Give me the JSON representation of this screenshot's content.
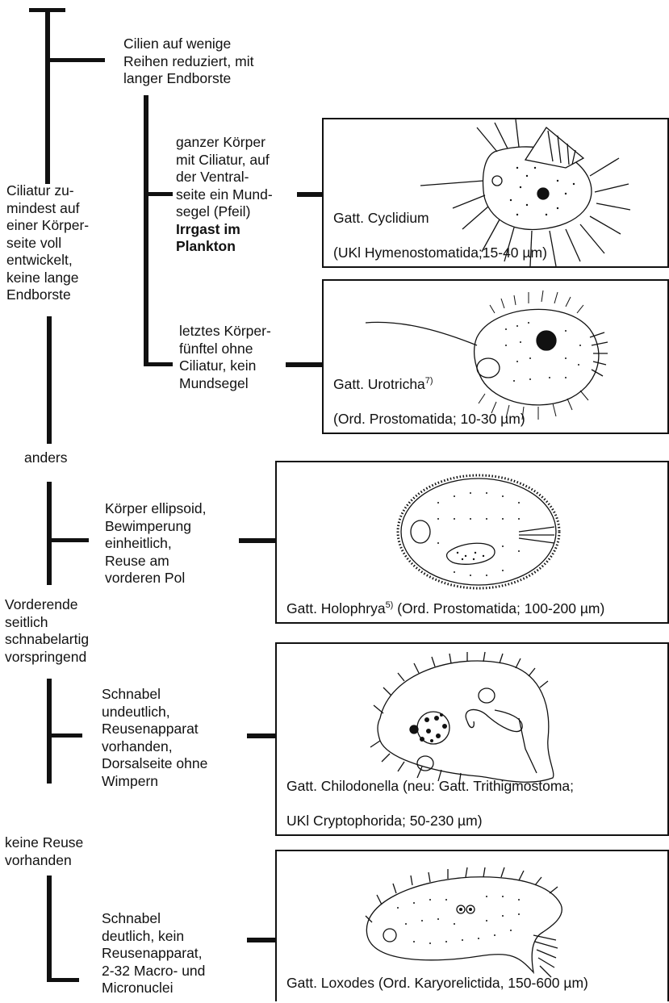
{
  "key": {
    "c1_reduced": "Cilien auf wenige\nReihen reduziert, mit\nlanger Endborste",
    "c1_full_lines": [
      "Ciliatur zu-",
      "mindest auf",
      "einer Körper-",
      "seite voll",
      "entwickelt,",
      "keine lange",
      "Endborste"
    ],
    "c2_ventral_lines": [
      "ganzer Körper",
      "mit Ciliatur, auf",
      "der Ventral-",
      "seite ein Mund-",
      "segel (Pfeil)"
    ],
    "c2_ventral_bold": [
      "Irrgast im",
      "Plankton"
    ],
    "c2_last": "letztes Körper-\nfünftel ohne\nCiliatur, kein\nMundsegel",
    "anders": "anders",
    "c3_ellipsoid": "Körper ellipsoid,\nBewimperung\neinheitlich,\nReuse am\nvorderen Pol",
    "c3_vorderende": "Vorderende\nseitlich\nschnabelartig\nvorspringend",
    "c4_undeutlich": "Schnabel\nundeutlich,\nReusenapparat\nvorhanden,\nDorsalseite ohne\nWimpern",
    "c4_keine_reuse": "keine Reuse\nvorhanden",
    "c5_deutlich": "Schnabel\ndeutlich, kein\nReusenapparat,\n2-32 Macro- und\nMicronuclei"
  },
  "taxa": [
    {
      "name": "Gatt. Cyclidium",
      "range": "(UKl Hymenostomatida;15-40 µm)"
    },
    {
      "name": "Gatt. Urotricha",
      "note": "7)",
      "range": "(Ord. Prostomatida; 10-30 µm)"
    },
    {
      "name": "Gatt. Holophrya",
      "note": "5)",
      "range": " (Ord. Prostomatida; 100-200 µm)"
    },
    {
      "name": "Gatt. Chilodonella (neu: Gatt. Trithigmostoma;",
      "range": "UKl Cryptophorida; 50-230 µm)"
    },
    {
      "name": "Gatt. Loxodes",
      "range": " (Ord. Karyorelictida, 150-600 µm)"
    }
  ]
}
